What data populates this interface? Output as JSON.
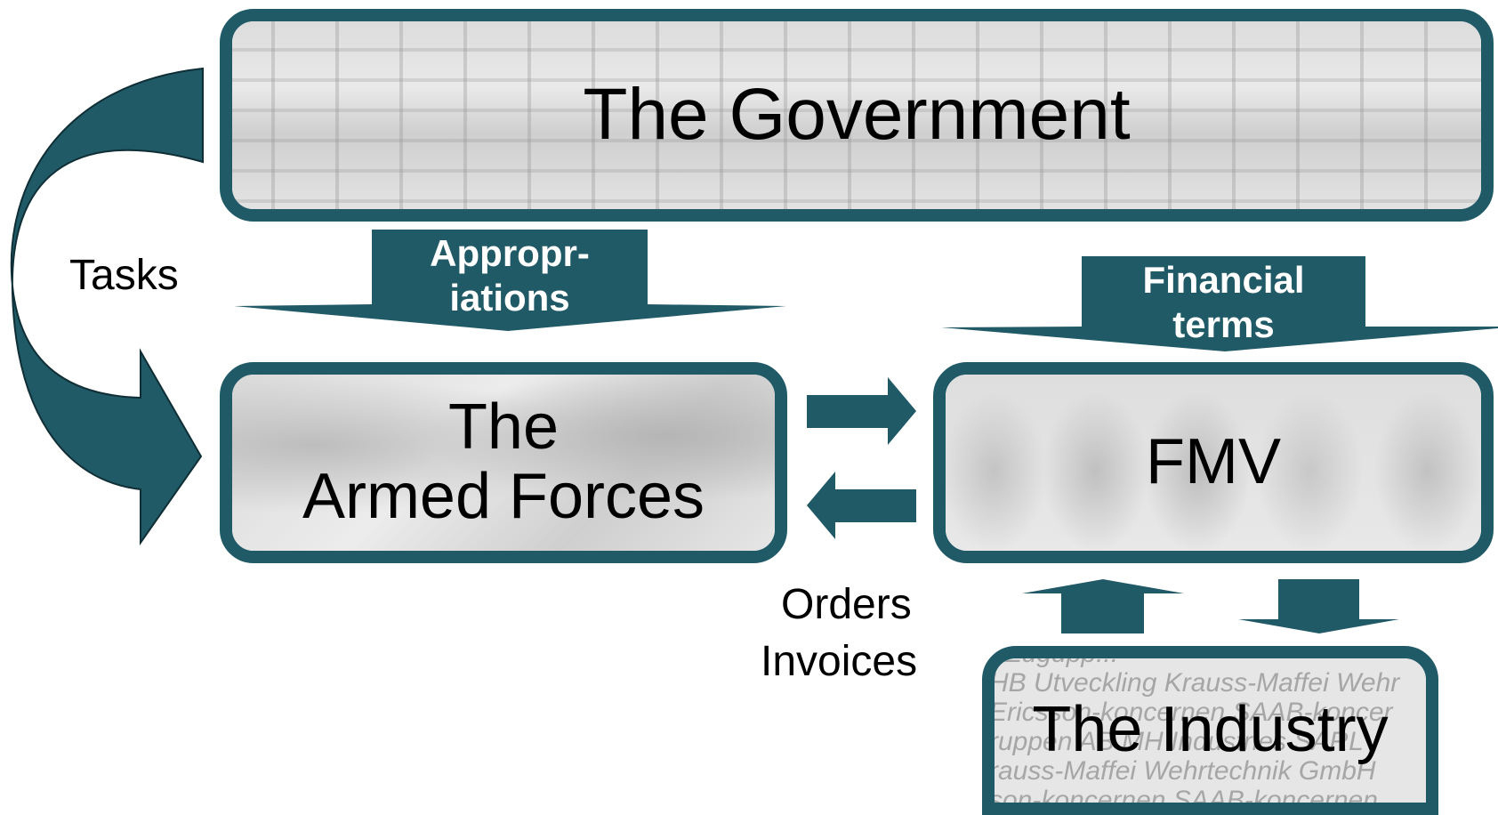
{
  "boxes": {
    "government": "The Government",
    "armed_forces_line1": "The",
    "armed_forces_line2": "Armed Forces",
    "fmv": "FMV",
    "industry": "The Industry"
  },
  "industry_background_text": [
    "r Zugupp...",
    "HB Utveckling Krauss-Maffei Wehr",
    "Ericsson-koncernen SAAB-koncer",
    "ruppen AB  MH Industries SARL",
    "rauss-Maffei Wehrtechnik GmbH",
    "son-koncernen SAAB-koncernen"
  ],
  "arrows": {
    "appropriations_line1": "Appropr-",
    "appropriations_line2": "iations",
    "financial_line1": "Financial",
    "financial_line2": "terms"
  },
  "labels": {
    "tasks": "Tasks",
    "orders": "Orders",
    "invoices": "Invoices"
  },
  "colors": {
    "teal": "#215a67"
  }
}
